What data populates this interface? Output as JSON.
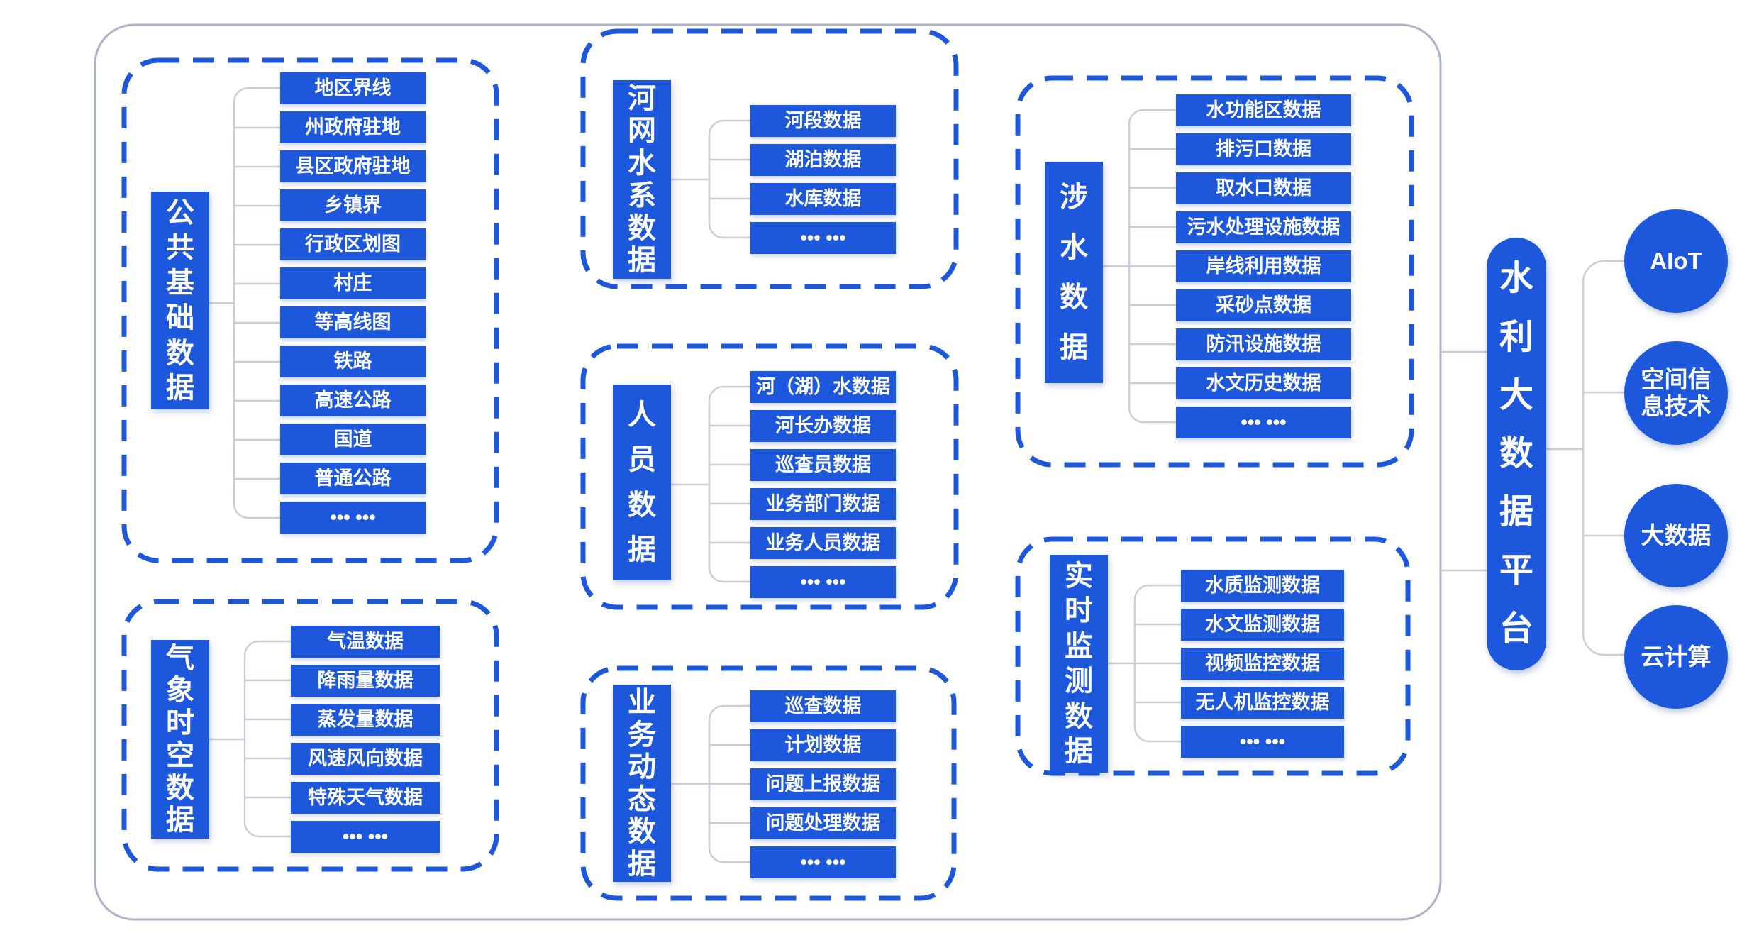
{
  "platform": {
    "label": "水利大数据平台"
  },
  "tech_nodes": [
    {
      "label": "AIoT"
    },
    {
      "label": "空间信息技术"
    },
    {
      "label": "大数据"
    },
    {
      "label": "云计算"
    }
  ],
  "groups": [
    {
      "header": "公共基础数据",
      "items": [
        "地区界线",
        "州政府驻地",
        "县区政府驻地",
        "乡镇界",
        "行政区划图",
        "村庄",
        "等高线图",
        "铁路",
        "高速公路",
        "国道",
        "普通公路",
        "••• •••"
      ]
    },
    {
      "header": "河网水系数据",
      "items": [
        "河段数据",
        "湖泊数据",
        "水库数据",
        "••• •••"
      ]
    },
    {
      "header": "涉水数据",
      "items": [
        "水功能区数据",
        "排污口数据",
        "取水口数据",
        "污水处理设施数据",
        "岸线利用数据",
        "采砂点数据",
        "防汛设施数据",
        "水文历史数据",
        "••• •••"
      ]
    },
    {
      "header": "人员数据",
      "items": [
        "河（湖）水数据",
        "河长办数据",
        "巡查员数据",
        "业务部门数据",
        "业务人员数据",
        "••• •••"
      ]
    },
    {
      "header": "气象时空数据",
      "items": [
        "气温数据",
        "降雨量数据",
        "蒸发量数据",
        "风速风向数据",
        "特殊天气数据",
        "••• •••"
      ]
    },
    {
      "header": "业务动态数据",
      "items": [
        "巡查数据",
        "计划数据",
        "问题上报数据",
        "问题处理数据",
        "••• •••"
      ]
    },
    {
      "header": "实时监测数据",
      "items": [
        "水质监测数据",
        "水文监测数据",
        "视频监控数据",
        "无人机监控数据",
        "••• •••"
      ]
    }
  ],
  "colors": {
    "node_blue": "#1d58dc",
    "wire_gray": "#c9cfd8",
    "frame_gray": "#aab4c6"
  }
}
